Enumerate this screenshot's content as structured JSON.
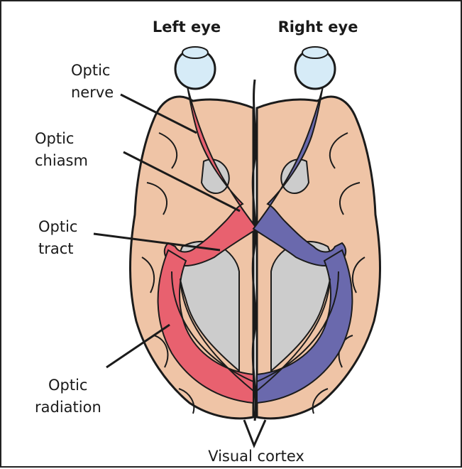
{
  "header": {
    "left_eye": "Left eye",
    "right_eye": "Right eye"
  },
  "labels": {
    "optic_nerve": [
      "Optic",
      "nerve"
    ],
    "optic_chiasm": [
      "Optic",
      "chiasm"
    ],
    "optic_tract": [
      "Optic",
      "tract"
    ],
    "optic_radiation": [
      "Optic",
      "radiation"
    ],
    "visual_cortex": "Visual cortex"
  },
  "colors": {
    "brain": "#efc4a6",
    "outline": "#1b1b1b",
    "left_pathway": "#e8616f",
    "right_pathway": "#6a69ad",
    "ventricle": "#cccccc",
    "eyeball": "#d6ebf7"
  }
}
